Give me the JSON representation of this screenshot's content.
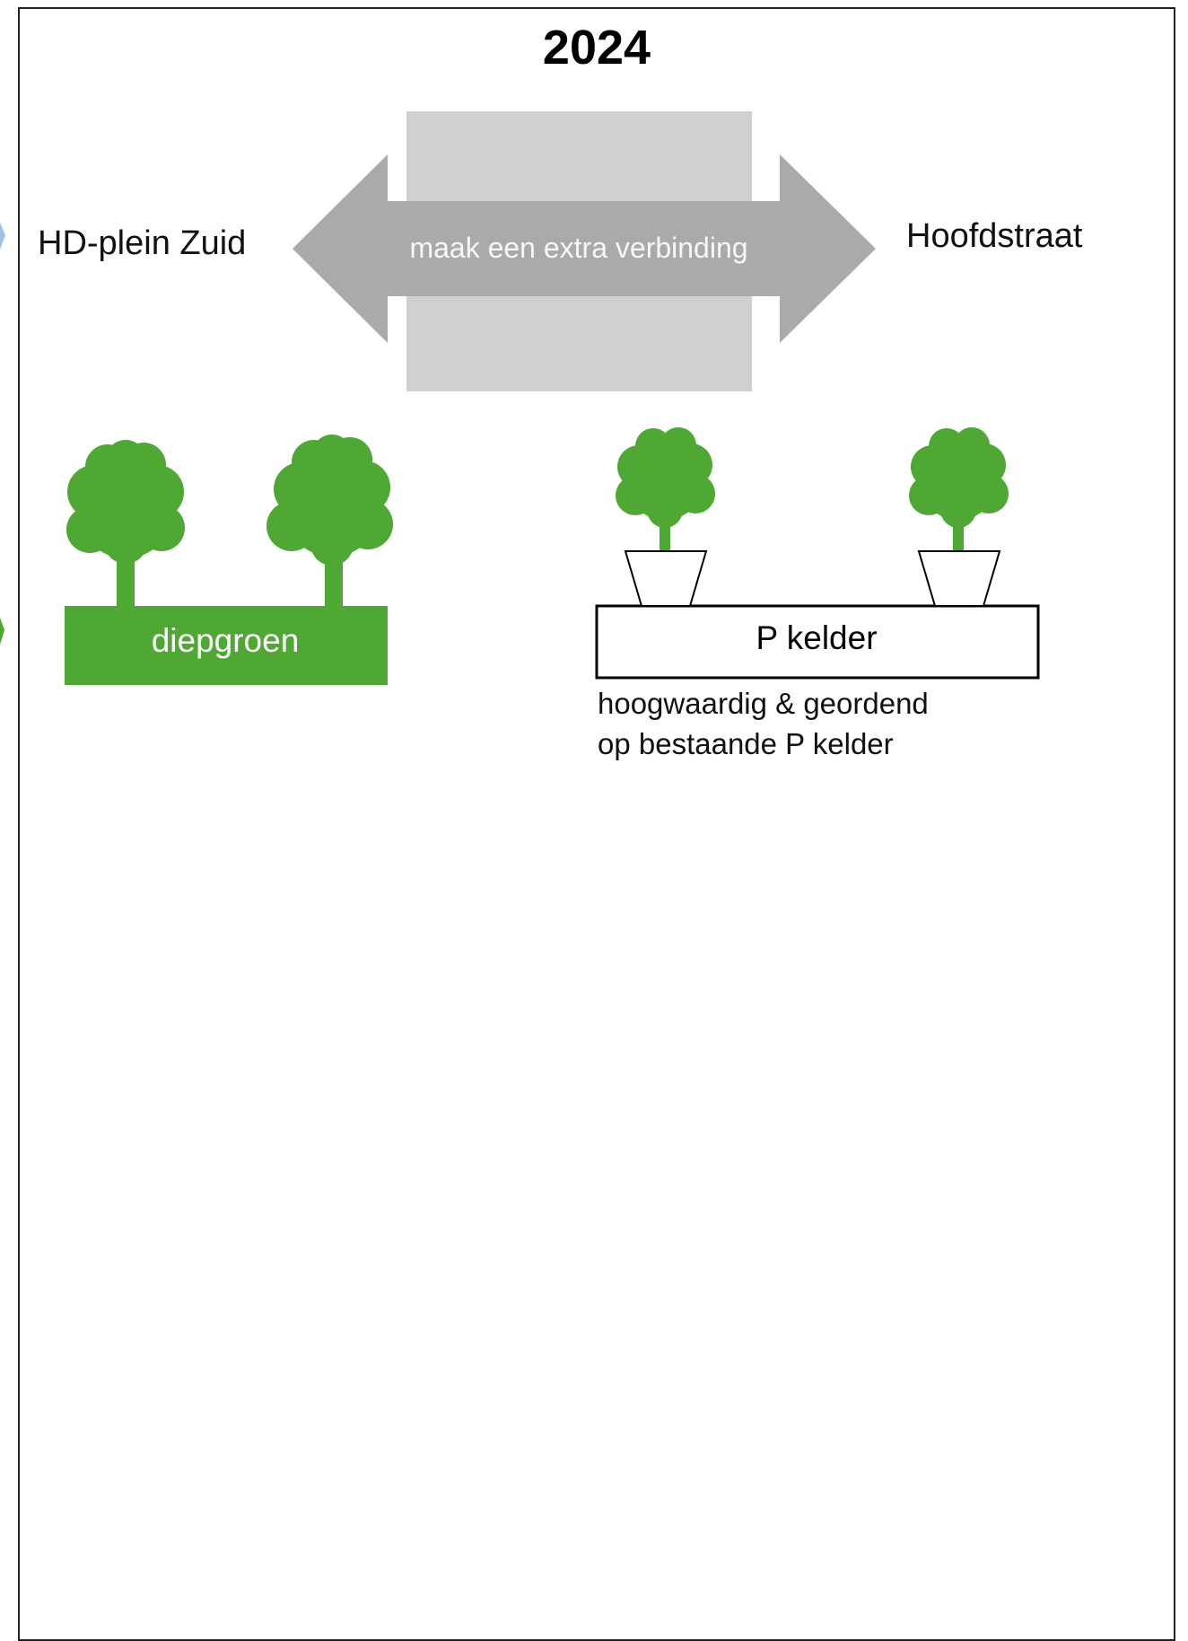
{
  "title": "2024",
  "labels": {
    "left": "HD-plein Zuid",
    "right": "Hoofdstraat",
    "arrow": "maak een extra verbinding",
    "ground": "diepgroen",
    "cellar": "P kelder",
    "caption_line1": "hoogwaardig & geordend",
    "caption_line2": "op bestaande P kelder"
  },
  "colors": {
    "tree_green": "#4ea833",
    "arrow_gray": "#aaaaaa",
    "block_gray": "#d0d0d0",
    "frame": "#222222",
    "edge_blue": "#9dc3e6"
  }
}
